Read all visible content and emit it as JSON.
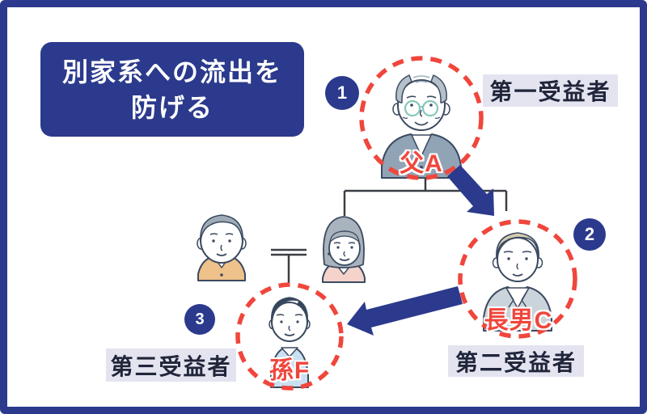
{
  "title": {
    "line1": "別家系への流出を",
    "line2": "防げる"
  },
  "nodes": {
    "first": {
      "step": "1",
      "name": "父A",
      "role": "第一受益者"
    },
    "second": {
      "step": "2",
      "name": "長男C",
      "role": "第二受益者"
    },
    "third": {
      "step": "3",
      "name": "孫F",
      "role": "第三受益者"
    }
  },
  "icons": {
    "first": "elderly-father-icon",
    "second": "eldest-son-icon",
    "third": "grandson-icon",
    "spouse_husband": "husband-icon",
    "spouse_wife": "wife-icon"
  },
  "colors": {
    "primary_blue": "#2b3a8c",
    "accent_red": "#f0463c",
    "label_background": "#e4e4f0",
    "label_text": "#20253a"
  }
}
